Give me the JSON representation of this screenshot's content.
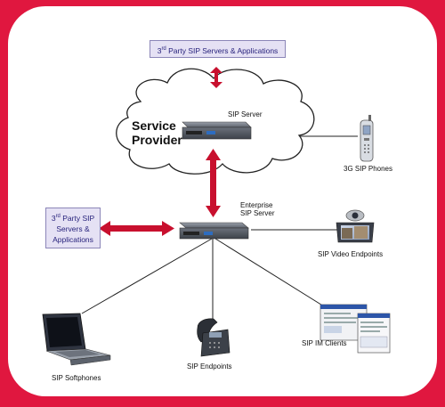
{
  "colors": {
    "frame": "#e0173f",
    "arrow": "#c8102e",
    "box_fill": "#e5e1f4",
    "box_text": "#241f7a"
  },
  "icons": [
    "sip-server-device-icon",
    "enterprise-sip-server-device-icon",
    "mobile-phone-icon",
    "video-endpoint-icon",
    "laptop-icon",
    "desk-phone-icon",
    "im-client-screen-icon"
  ],
  "top_box": {
    "sup": "rd",
    "before": "3",
    "after": " Party SIP Servers & Applications"
  },
  "left_box": {
    "line1_before": "3",
    "line1_sup": "rd",
    "line1_after": " Party SIP",
    "line2": "Servers &",
    "line3": "Applications"
  },
  "cloud": {
    "line1": "Service",
    "line2": "Provider"
  },
  "labels": {
    "sip_server": "SIP Server",
    "enterprise_line1": "Enterprise",
    "enterprise_line2": "SIP Server",
    "phones_3g": "3G SIP Phones",
    "video": "SIP Video Endpoints",
    "softphones": "SIP Softphones",
    "endpoints": "SIP Endpoints",
    "im_clients": "SIP IM Clients"
  }
}
